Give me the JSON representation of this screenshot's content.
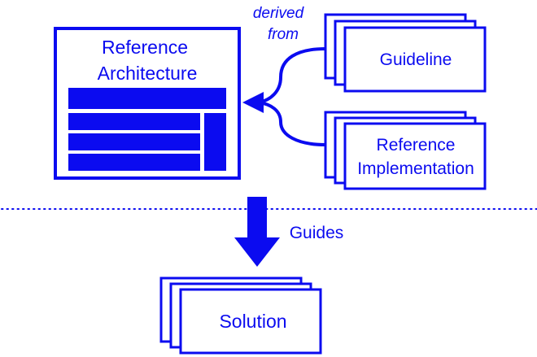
{
  "colors": {
    "accent": "#0b0bf0",
    "background": "#ffffff"
  },
  "reference_architecture": {
    "title_line1": "Reference",
    "title_line2": "Architecture"
  },
  "derived_from": {
    "line1": "derived",
    "line2": "from"
  },
  "guideline": {
    "label": "Guideline"
  },
  "reference_implementation": {
    "line1": "Reference",
    "line2": "Implementation"
  },
  "guides": {
    "label": "Guides"
  },
  "solution": {
    "label": "Solution"
  }
}
